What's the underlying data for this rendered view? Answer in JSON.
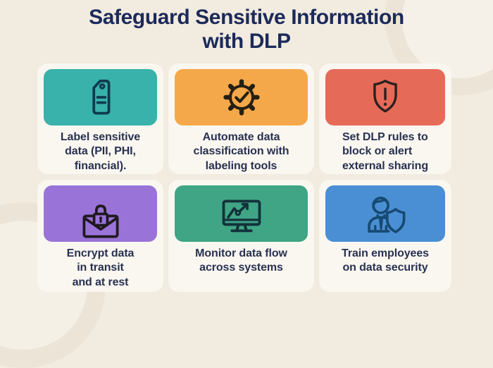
{
  "page": {
    "background": "#f1ebe0",
    "card_background": "#faf7f1",
    "title_color": "#1c2a5a",
    "text_color": "#293150",
    "decor_ring_color": "#ece5d7"
  },
  "header": {
    "title": "Safeguard Sensitive Information\nwith DLP"
  },
  "cards": [
    {
      "id": "label-sensitive-data",
      "color": "#38b2aa",
      "icon": "tag-icon",
      "icon_color": "#0f3a50",
      "text": "Label sensitive\ndata (PII, PHI,\nfinancial)."
    },
    {
      "id": "automate-classification",
      "color": "#f5a84a",
      "icon": "gear-check-icon",
      "icon_color": "#262013",
      "text": "Automate data\nclassification with\nlabeling tools"
    },
    {
      "id": "set-dlp-rules",
      "color": "#e66a58",
      "icon": "shield-alert-icon",
      "icon_color": "#2b221e",
      "text": "Set DLP rules to\nblock or alert\nexternal sharing"
    },
    {
      "id": "encrypt-data",
      "color": "#9a73d8",
      "icon": "mail-lock-icon",
      "icon_color": "#201a20",
      "text": "Encrypt data\nin transit\nand at rest"
    },
    {
      "id": "monitor-data-flow",
      "color": "#3fa585",
      "icon": "monitor-chart-icon",
      "icon_color": "#14303a",
      "text": "Monitor data flow\nacross systems"
    },
    {
      "id": "train-employees",
      "color": "#4a8fd3",
      "icon": "employee-shield-icon",
      "icon_color": "#174a73",
      "text": "Train employees\non data security"
    }
  ]
}
